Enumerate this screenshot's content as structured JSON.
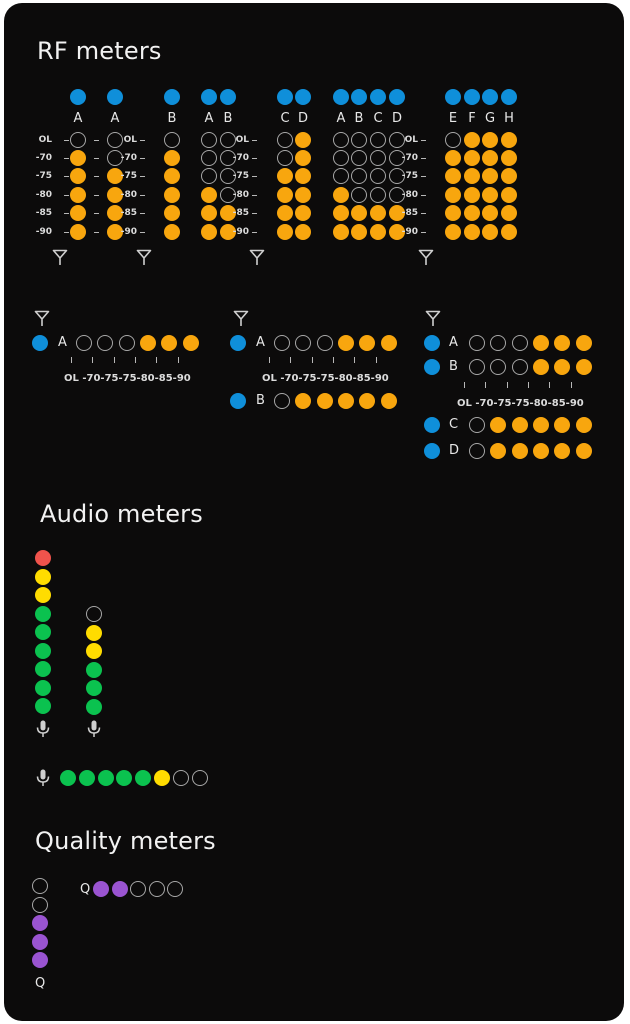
{
  "colors": {
    "blue": "#0f8fda",
    "orange": "#f8a60e",
    "green": "#0bc24f",
    "yellow": "#ffdc00",
    "red": "#f0534c",
    "purple": "#9a54d1",
    "off": "#a7a7a7",
    "bg": "#0c0b0b"
  },
  "headings": {
    "rf": "RF meters",
    "audio": "Audio meters",
    "quality": "Quality meters"
  },
  "scale_labels": [
    "OL",
    "-70",
    "-75",
    "-80",
    "-85",
    "-90"
  ],
  "scale_row_text": "OL -70-75-75-80-85-90",
  "icons": {
    "antenna": "antenna-icon",
    "mic": "microphone-icon"
  },
  "rf_vertical": [
    {
      "channels": [
        "A"
      ],
      "levels": [
        5
      ],
      "scale": false,
      "antenna": true
    },
    {
      "channels": [
        "A"
      ],
      "levels": [
        4
      ],
      "scale": false,
      "antenna": false
    },
    {
      "channels": [
        "B"
      ],
      "levels": [
        5
      ],
      "scale": true,
      "antenna": true
    },
    {
      "channels": [
        "A",
        "B"
      ],
      "levels": [
        3,
        2
      ],
      "scale": false,
      "antenna": false
    },
    {
      "channels": [
        "C",
        "D"
      ],
      "levels": [
        4,
        6
      ],
      "scale": true,
      "antenna": true
    },
    {
      "channels": [
        "A",
        "B",
        "C",
        "D"
      ],
      "levels": [
        3,
        2,
        2,
        2
      ],
      "scale": false,
      "antenna": false
    },
    {
      "channels": [
        "E",
        "F",
        "G",
        "H"
      ],
      "levels": [
        5,
        6,
        6,
        6
      ],
      "scale": true,
      "antenna": true
    }
  ],
  "rf_horizontal": [
    {
      "channels": [
        {
          "label": "A",
          "level": 3
        }
      ]
    },
    {
      "channels": [
        {
          "label": "A",
          "level": 3
        },
        {
          "label": "B",
          "level": 5
        }
      ]
    },
    {
      "channels": [
        {
          "label": "A",
          "level": 3
        },
        {
          "label": "B",
          "level": 3
        },
        {
          "label": "C",
          "level": 5
        },
        {
          "label": "D",
          "level": 5
        }
      ]
    }
  ],
  "audio_vertical": [
    {
      "colors": [
        "red",
        "yellow",
        "yellow",
        "green",
        "green",
        "green",
        "green",
        "green",
        "green"
      ]
    },
    {
      "colors": [
        "off",
        "yellow",
        "yellow",
        "green",
        "green",
        "green"
      ]
    }
  ],
  "audio_horizontal": {
    "colors": [
      "green",
      "green",
      "green",
      "green",
      "green",
      "yellow",
      "off",
      "off"
    ]
  },
  "quality": {
    "label": "Q",
    "vertical_level": 3,
    "vertical_total": 5,
    "horizontal_level": 2,
    "horizontal_total": 5
  }
}
